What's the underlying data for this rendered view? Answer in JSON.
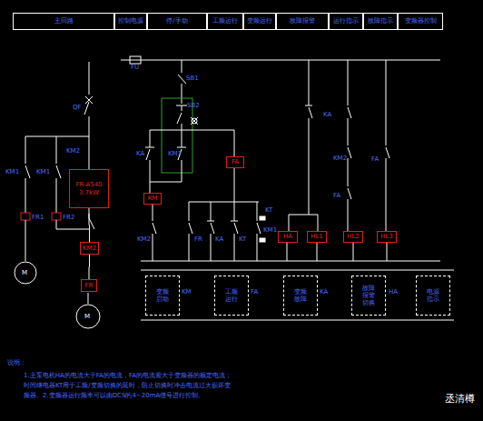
{
  "diagram": {
    "nodes": [
      {
        "text": [
          "主回路"
        ]
      },
      {
        "text": [
          "控制电源"
        ]
      },
      {
        "text": [
          "停/手动"
        ]
      },
      {
        "text": [
          "工频运行"
        ]
      },
      {
        "text": [
          "变频运行"
        ]
      },
      {
        "text": [
          "故障报警"
        ]
      },
      {
        "text": [
          "运行指示"
        ]
      },
      {
        "text": [
          "故障指示"
        ]
      },
      {
        "text": [
          "变频器控制"
        ]
      },
      {
        "text": [
          "FR-A540",
          "3.7kW"
        ]
      },
      {
        "text": [
          "KM2"
        ]
      },
      {
        "text": [
          "FR"
        ]
      },
      {
        "text": [
          "KM"
        ]
      },
      {
        "text": [
          "FA"
        ]
      },
      {
        "text": [
          "HA"
        ]
      },
      {
        "text": [
          "HL1"
        ]
      },
      {
        "text": [
          "HL2"
        ]
      },
      {
        "text": [
          "HL3"
        ]
      },
      {
        "text": [
          "变频启动"
        ]
      },
      {
        "text": [
          "工频运行"
        ]
      },
      {
        "text": [
          "变频故障"
        ]
      },
      {
        "text": [
          "故障报警切换"
        ]
      },
      {
        "text": [
          "电源指示"
        ]
      }
    ],
    "edges": [
      {
        "from": 9,
        "to": 10,
        "arrow": "none"
      },
      {
        "from": 10,
        "to": 11,
        "arrow": "none"
      }
    ],
    "labels": [
      "FU",
      "QF",
      "KM1",
      "KM1",
      "KM2",
      "FR1",
      "FR2",
      "M",
      "M",
      "SB1",
      "SB2",
      "KA",
      "KM1",
      "KM2",
      "FR",
      "KA",
      "KT",
      "KM1",
      "KA",
      "FA",
      "KM2",
      "FA",
      "KT",
      "KM",
      "FA",
      "KA",
      "HA",
      "说明：",
      "1.主泵电机HA的电流大于FA的电流，FA的电流需大于变频器的额定电流；时间继电器KT用于工频/变频切换的延时，防止切换时冲击电流过大损坏变频器。2.变频器运行频率可以由DCS的4~20mA信号进行控制。",
      "丞清樽"
    ]
  }
}
